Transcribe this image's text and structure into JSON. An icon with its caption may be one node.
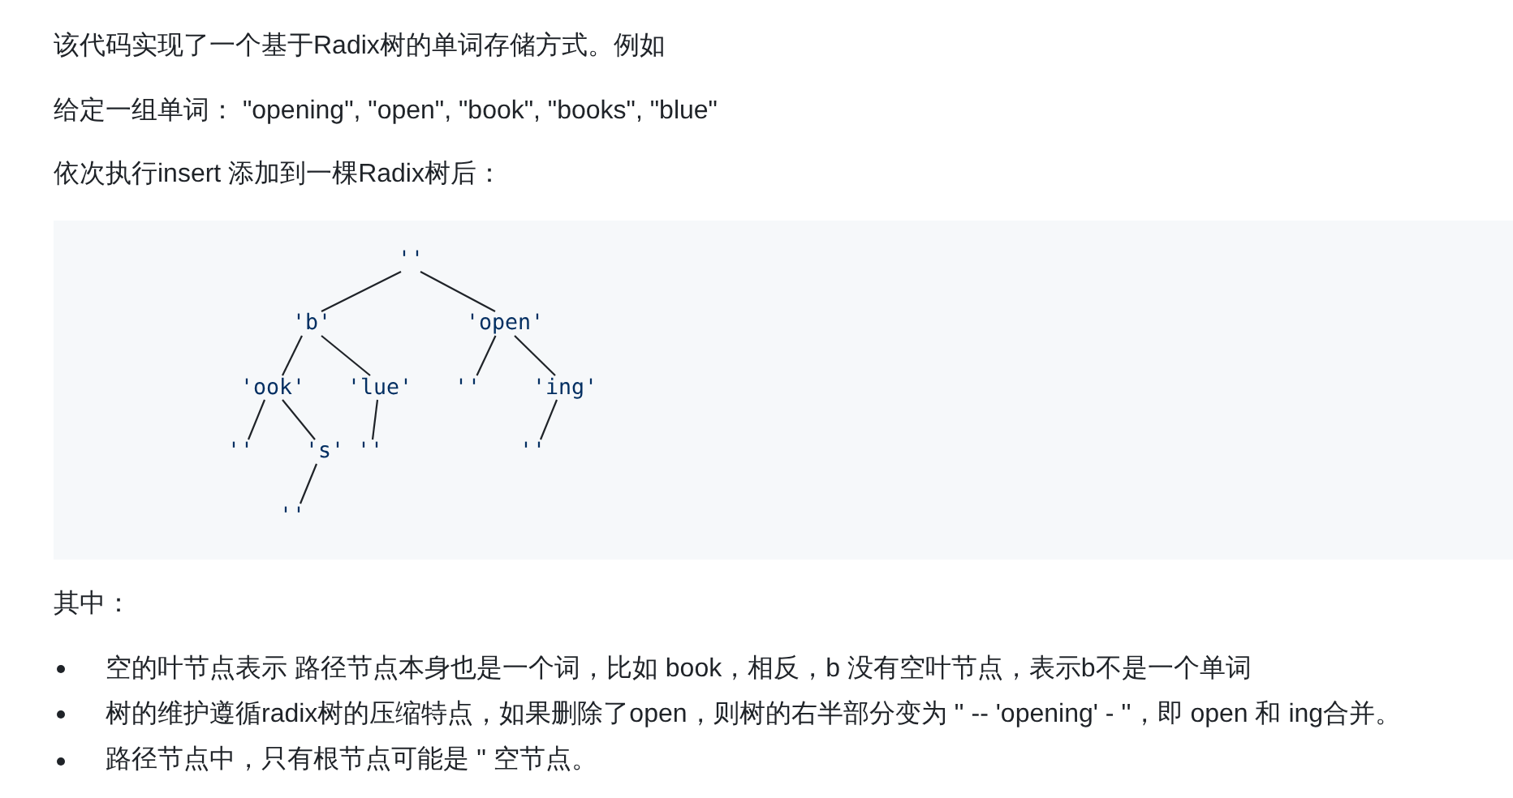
{
  "diagram": {
    "nodes": [
      {
        "text": [
          "''"
        ]
      },
      {
        "text": [
          "'b'"
        ]
      },
      {
        "text": [
          "'open'"
        ]
      },
      {
        "text": [
          "'ook'"
        ]
      },
      {
        "text": [
          "'lue'"
        ]
      },
      {
        "text": [
          "''"
        ]
      },
      {
        "text": [
          "'ing'"
        ]
      },
      {
        "text": [
          "''"
        ]
      },
      {
        "text": [
          "'s'"
        ]
      },
      {
        "text": [
          "''"
        ]
      },
      {
        "text": [
          "''"
        ]
      },
      {
        "text": [
          "''"
        ]
      }
    ],
    "edges": [
      {
        "from": 0,
        "to": 1,
        "arrow": "none"
      },
      {
        "from": 0,
        "to": 2,
        "arrow": "none"
      },
      {
        "from": 1,
        "to": 3,
        "arrow": "none"
      },
      {
        "from": 1,
        "to": 4,
        "arrow": "none"
      },
      {
        "from": 2,
        "to": 5,
        "arrow": "none"
      },
      {
        "from": 2,
        "to": 6,
        "arrow": "none"
      },
      {
        "from": 3,
        "to": 7,
        "arrow": "none"
      },
      {
        "from": 3,
        "to": 8,
        "arrow": "none"
      },
      {
        "from": 4,
        "to": 9,
        "arrow": "none"
      },
      {
        "from": 6,
        "to": 10,
        "arrow": "none"
      },
      {
        "from": 8,
        "to": 11,
        "arrow": "none"
      }
    ],
    "labels": [
      "该代码实现了一个基于Radix树的单词存储方式。例如",
      "给定一组单词： \"opening\", \"open\", \"book\", \"books\", \"blue\"",
      "依次执行insert 添加到一棵Radix树后：",
      "其中：",
      "空的叶节点表示 路径节点本身也是一个词，比如 book，相反，b 没有空叶节点，表示b不是一个单词",
      "树的维护遵循radix树的压缩特点，如果删除了open，则树的右半部分变为 '' -- 'opening' - ''，即 open 和 ing合并。",
      "路径节点中，只有根节点可能是 '' 空节点。"
    ]
  }
}
